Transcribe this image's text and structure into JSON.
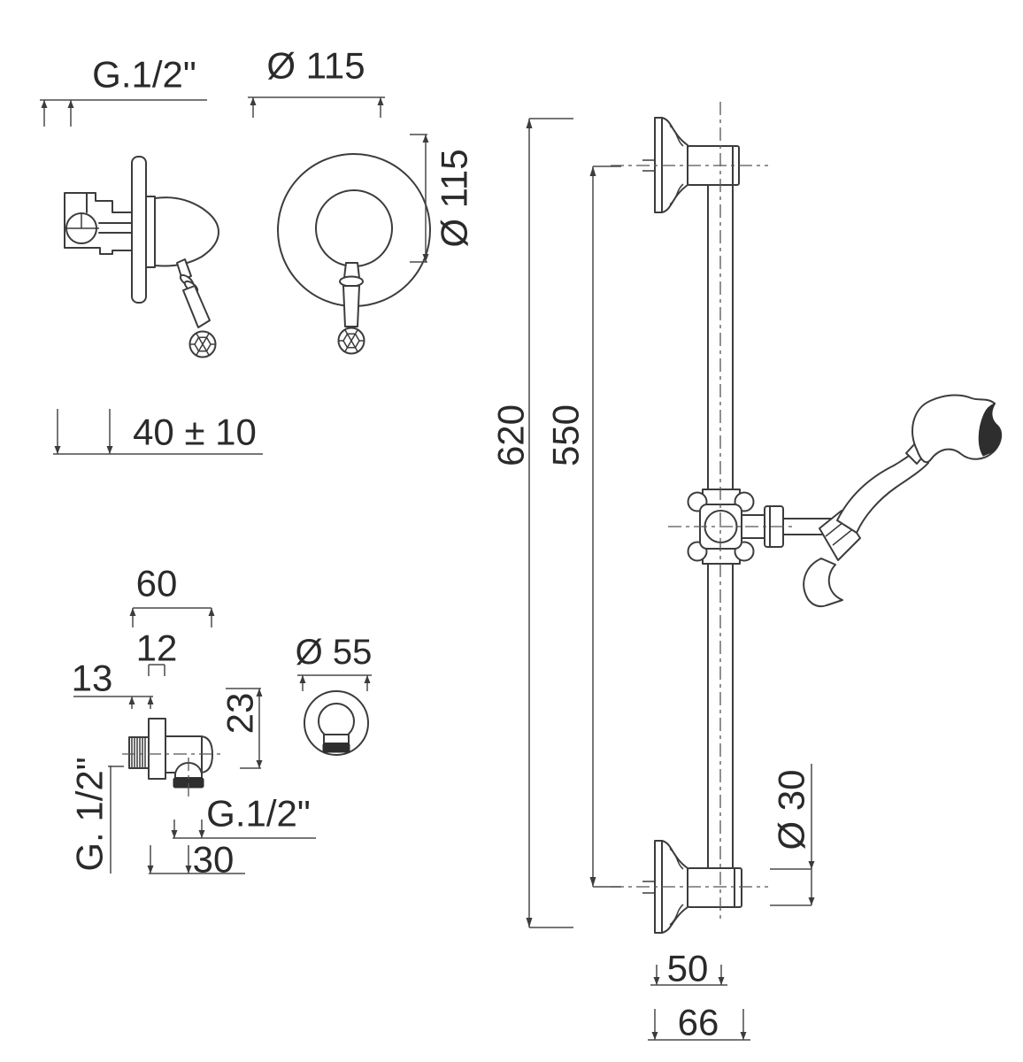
{
  "meta": {
    "description": "Technical dimensional drawing of a shower set: concealed mixer valve, wall outlet elbow and sliding rail with hand shower",
    "colors": {
      "background": "#ffffff",
      "line": "#3c3c3c",
      "text": "#2a2a2a"
    }
  },
  "labels": {
    "mixer_side": {
      "thread": "G.1/2\"",
      "depth": "40 ± 10"
    },
    "mixer_front": {
      "diameter_top": "Ø 115",
      "diameter_side": "Ø 115"
    },
    "elbow_side": {
      "width": "60",
      "plate_thickness": "12",
      "thread_length": "13",
      "outlet_drop": "23",
      "inlet_thread": "G. 1/2\"",
      "outlet_thread": "G.1/2\"",
      "outlet_offset": "30"
    },
    "elbow_front": {
      "plate_diameter": "Ø 55"
    },
    "slide_bar": {
      "overall_length": "620",
      "center_distance": "550",
      "tube_diameter": "Ø 30",
      "bracket_inner_width": "50",
      "bracket_outer_width": "66"
    }
  }
}
